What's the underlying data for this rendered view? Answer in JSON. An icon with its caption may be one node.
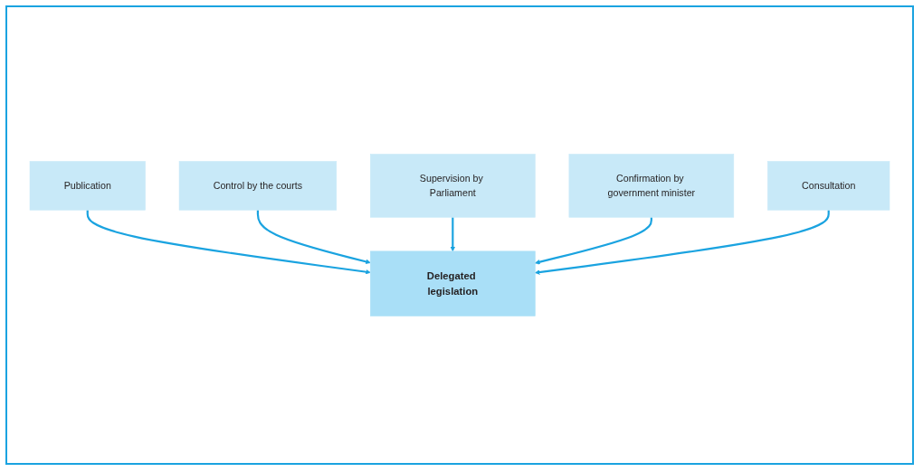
{
  "diagram": {
    "nodes": [
      {
        "text": [
          "Publication"
        ]
      },
      {
        "text": [
          "Control by the courts"
        ]
      },
      {
        "text": [
          "Delegated legislation"
        ]
      },
      {
        "text": [
          "Supervision by Parliament"
        ]
      },
      {
        "text": [
          "Confirmation by government minister"
        ]
      },
      {
        "text": [
          "Consultation"
        ]
      }
    ],
    "edges": [
      {
        "from": 0,
        "to": 2,
        "arrow": "to"
      },
      {
        "from": 1,
        "to": 2,
        "arrow": "to"
      },
      {
        "from": 3,
        "to": 2,
        "arrow": "to"
      },
      {
        "from": 4,
        "to": 2,
        "arrow": "to"
      },
      {
        "from": 5,
        "to": 2,
        "arrow": "to"
      }
    ]
  }
}
